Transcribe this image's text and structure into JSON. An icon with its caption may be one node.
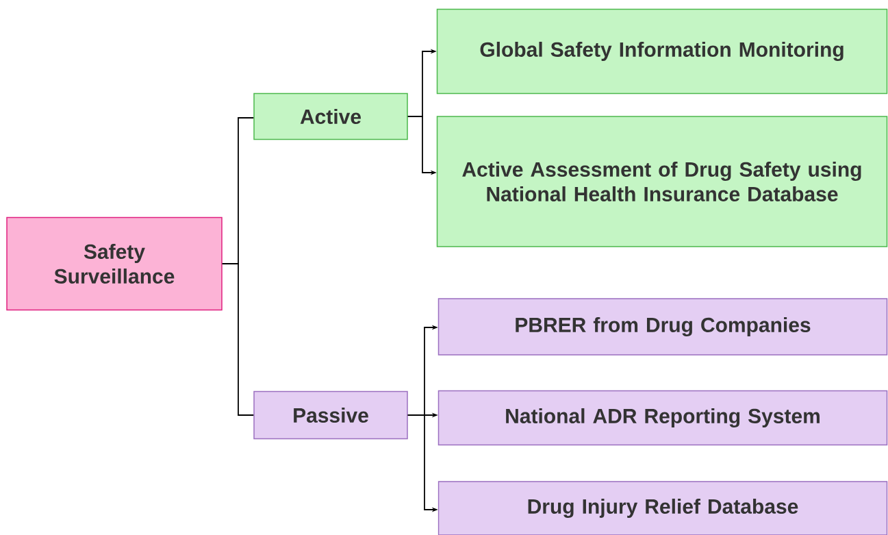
{
  "diagram": {
    "nodes": [
      {
        "text": [
          "Safety Surveillance"
        ]
      },
      {
        "text": [
          "Active"
        ]
      },
      {
        "text": [
          "Global Safety Information Monitoring"
        ]
      },
      {
        "text": [
          "Active Assessment of Drug Safety using National Health Insurance Database"
        ]
      },
      {
        "text": [
          "Passive"
        ]
      },
      {
        "text": [
          "PBRER from Drug Companies"
        ]
      },
      {
        "text": [
          "National ADR Reporting System"
        ]
      },
      {
        "text": [
          "Drug Injury Relief Database"
        ]
      }
    ],
    "edges": [
      {
        "from": 0,
        "to": 1,
        "arrow": "none"
      },
      {
        "from": 0,
        "to": 4,
        "arrow": "none"
      },
      {
        "from": 1,
        "to": 2,
        "arrow": "to"
      },
      {
        "from": 1,
        "to": 3,
        "arrow": "to"
      },
      {
        "from": 4,
        "to": 5,
        "arrow": "to"
      },
      {
        "from": 4,
        "to": 6,
        "arrow": "to"
      },
      {
        "from": 4,
        "to": 7,
        "arrow": "to"
      }
    ]
  }
}
